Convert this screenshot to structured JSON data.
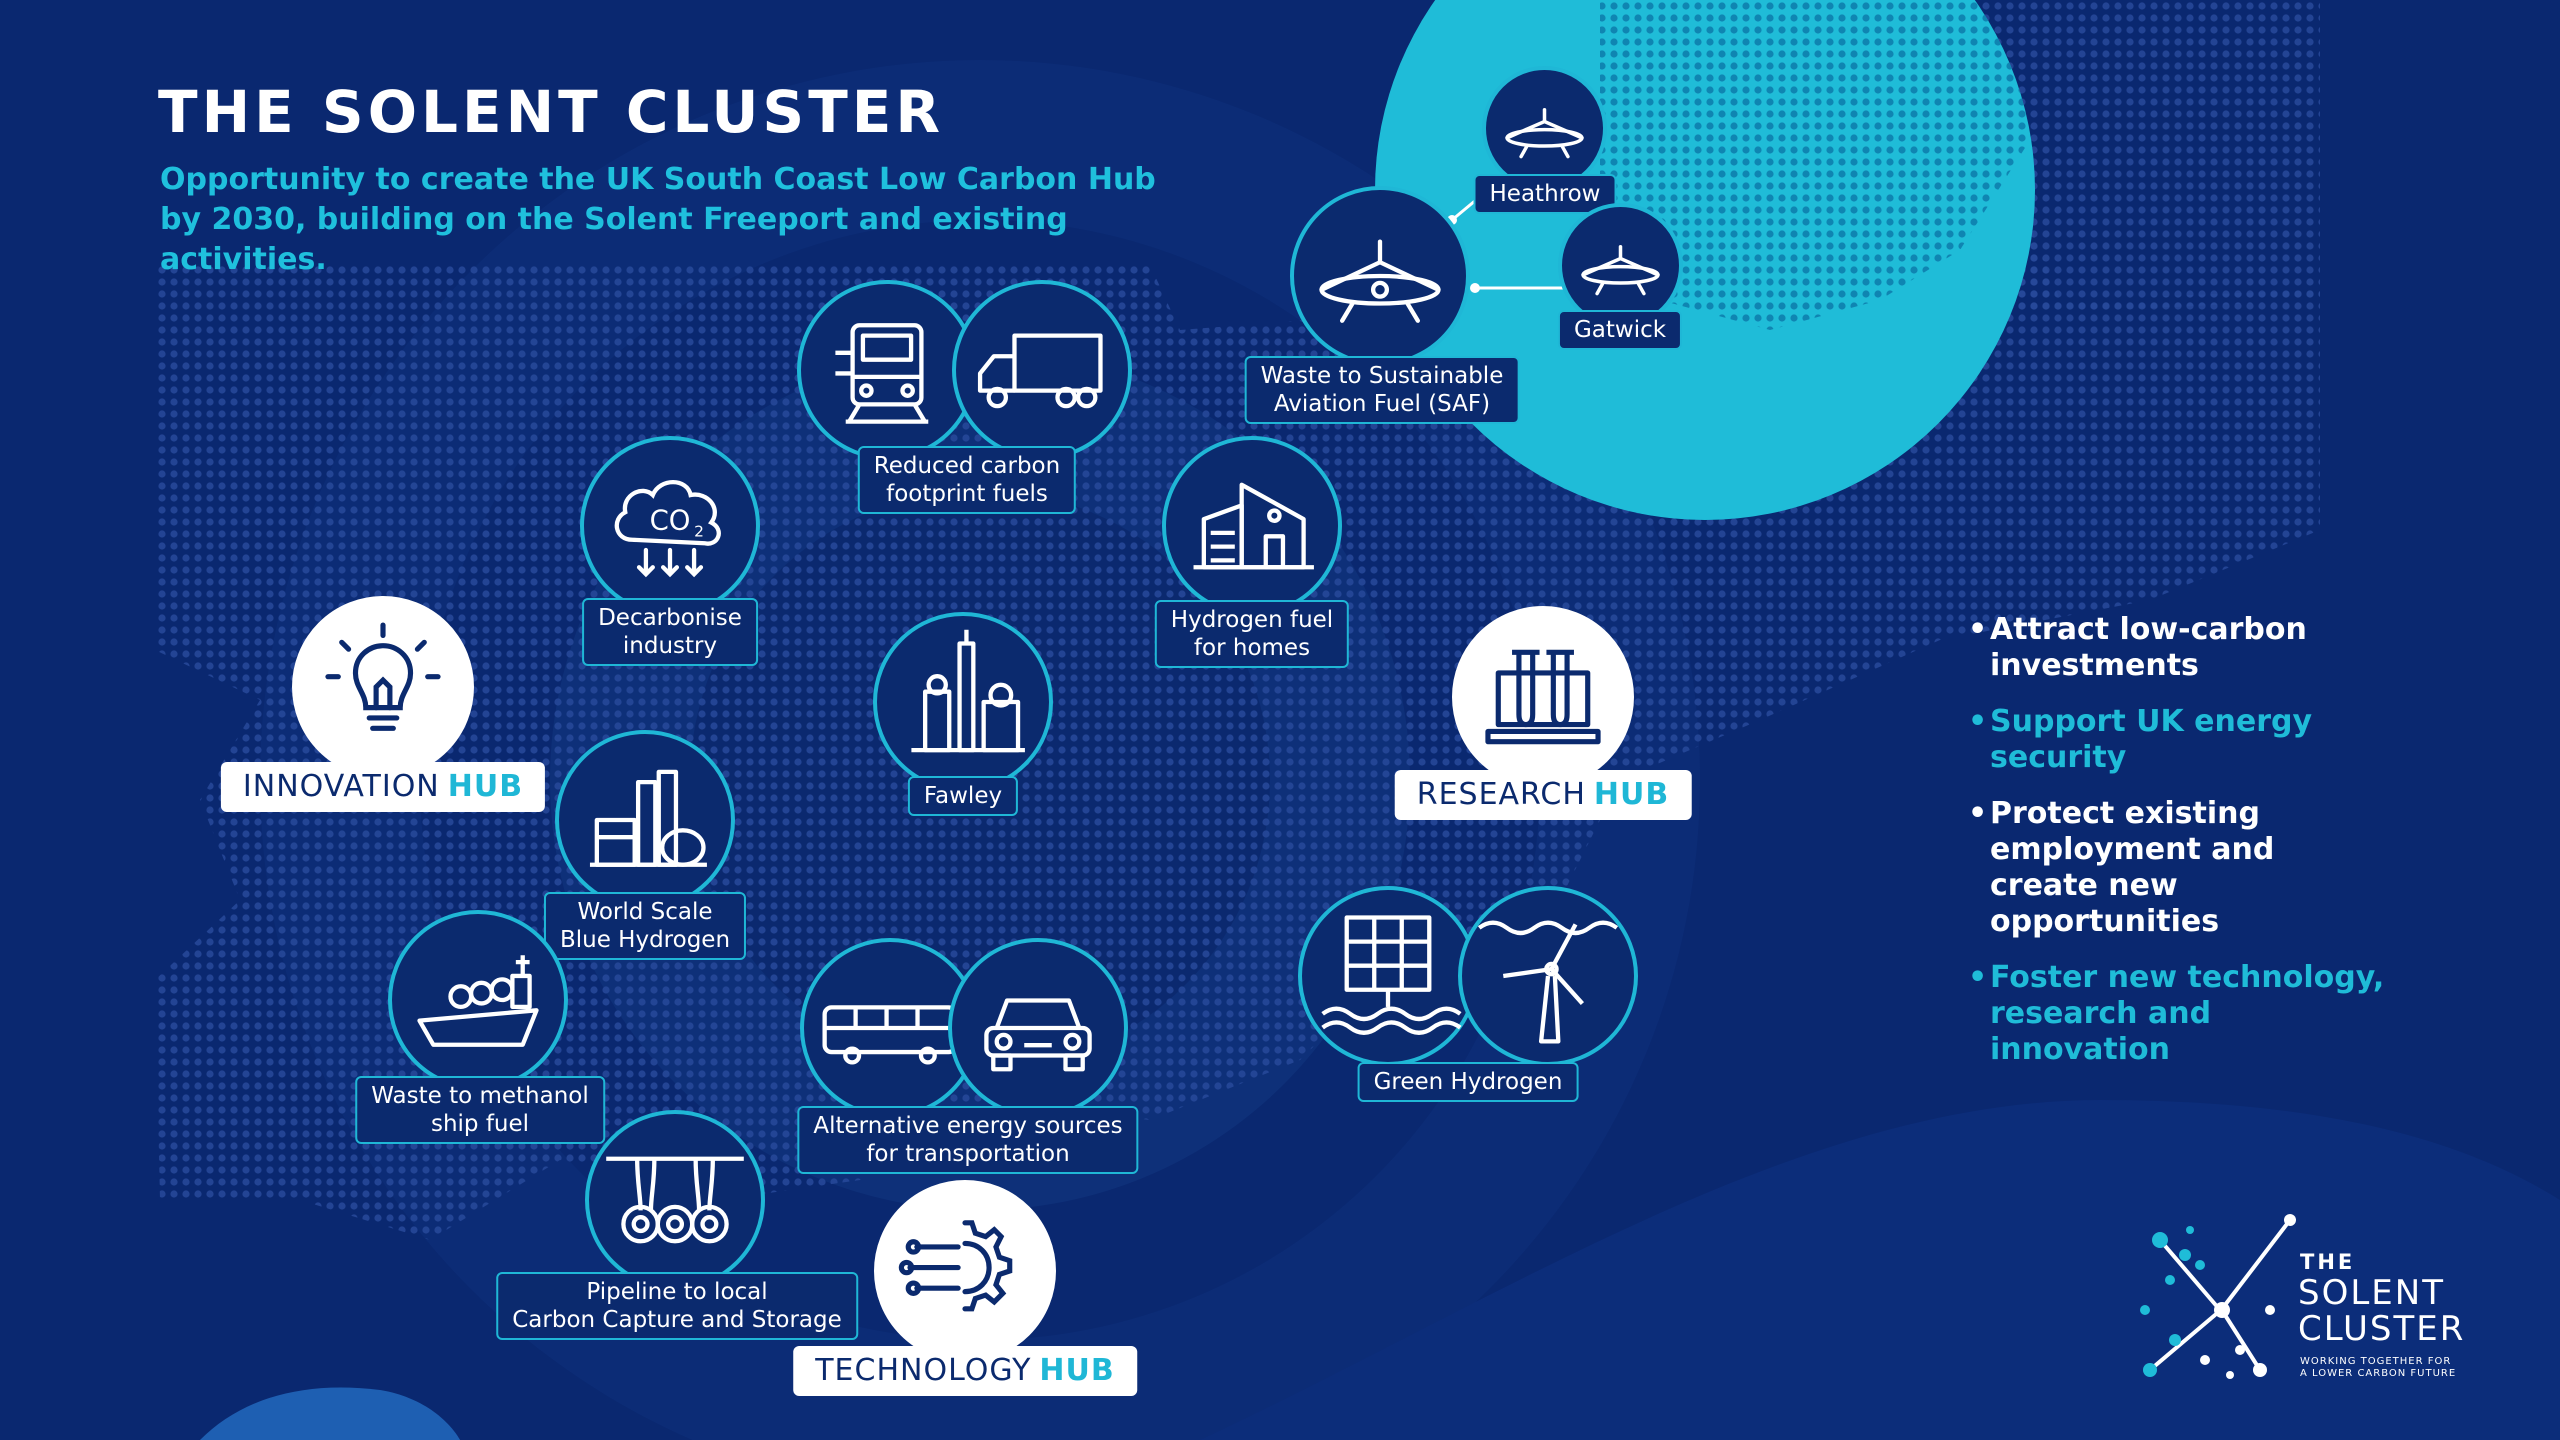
{
  "title": "THE SOLENT CLUSTER",
  "subtitle": "Opportunity to create the UK South Coast Low Carbon Hub by 2030, building on the Solent Freeport and existing activities.",
  "colors": {
    "navy": "#0a2870",
    "accent": "#1fb7d6",
    "globe": "#1fbcd8",
    "white": "#ffffff"
  },
  "hubs": {
    "innovation": {
      "name": "INNOVATION",
      "word": "HUB",
      "icon": "lightbulb-icon"
    },
    "research": {
      "name": "RESEARCH",
      "word": "HUB",
      "icon": "test-tubes-icon"
    },
    "technology": {
      "name": "TECHNOLOGY",
      "word": "HUB",
      "icon": "gear-circuit-icon"
    }
  },
  "nodes": {
    "heathrow": {
      "line1": "Heathrow",
      "icon": "airplane-icon"
    },
    "gatwick": {
      "line1": "Gatwick",
      "icon": "airplane-icon"
    },
    "saf": {
      "line1": "Waste to Sustainable",
      "line2": "Aviation Fuel (SAF)",
      "icon": "airplane-icon"
    },
    "fuels": {
      "line1": "Reduced carbon",
      "line2": "footprint fuels",
      "icon_a": "train-icon",
      "icon_b": "truck-icon"
    },
    "homes": {
      "line1": "Hydrogen fuel",
      "line2": "for homes",
      "icon": "house-icon"
    },
    "decarbonise": {
      "line1": "Decarbonise",
      "line2": "industry",
      "icon": "co2-cloud-icon",
      "co2": "CO"
    },
    "fawley": {
      "line1": "Fawley",
      "icon": "refinery-icon"
    },
    "blue": {
      "line1": "World Scale",
      "line2": "Blue Hydrogen",
      "icon": "plant-icon"
    },
    "methanol": {
      "line1": "Waste to methanol",
      "line2": "ship fuel",
      "icon": "ship-icon"
    },
    "transport": {
      "line1": "Alternative energy sources",
      "line2": "for transportation",
      "icon_a": "bus-icon",
      "icon_b": "car-icon"
    },
    "pipeline": {
      "line1": "Pipeline to local",
      "line2": "Carbon Capture and Storage",
      "icon": "pipeline-icon"
    },
    "green": {
      "line1": "Green Hydrogen",
      "icon_a": "solar-panel-icon",
      "icon_b": "wind-turbine-icon"
    }
  },
  "bullets": [
    {
      "text": "Attract low-carbon investments",
      "color": "#ffffff"
    },
    {
      "text": "Support UK energy security",
      "color": "#1fbcd8"
    },
    {
      "text": "Protect existing employment and create new opportunities",
      "color": "#ffffff"
    },
    {
      "text": "Foster new technology, research and innovation",
      "color": "#1fbcd8"
    }
  ],
  "logo": {
    "the": "THE",
    "name1": "SOLENT",
    "name2": "CLUSTER",
    "tag1": "WORKING TOGETHER FOR",
    "tag2": "A LOWER CARBON FUTURE",
    "icon": "molecule-logo-icon"
  }
}
